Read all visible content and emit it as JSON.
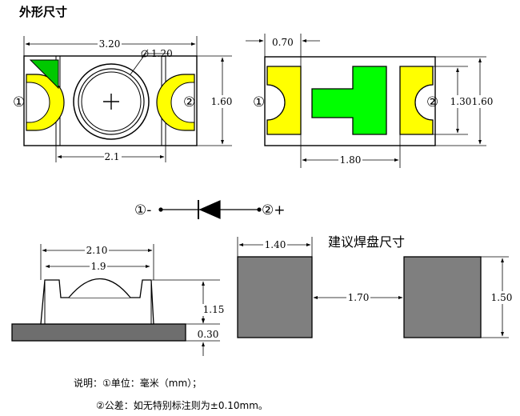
{
  "title": "外形尺寸",
  "top_view": {
    "length": "3.20",
    "lens_diameter": "1.20",
    "inner_width": "2.1",
    "height": "1.60",
    "pin1": "①",
    "pin2": "②"
  },
  "bottom_view": {
    "pad_offset": "0.70",
    "pad_span": "1.80",
    "inner_height": "1.30",
    "height": "1.60",
    "pin1": "①",
    "pin2": "②"
  },
  "schematic": {
    "pin1": "①-",
    "pin2": "②+"
  },
  "side_view": {
    "body_width": "2.10",
    "lens_width": "1.9",
    "body_height": "1.15",
    "base_height": "0.30"
  },
  "pad_layout": {
    "title": "建议焊盘尺寸",
    "pad_width": "1.40",
    "pad_gap": "1.70",
    "pad_height": "1.50"
  },
  "notes": {
    "line1": "说明：①单位：毫米（mm）；",
    "line2": "②公差：如无特别标注则为±0.10mm。"
  },
  "colors": {
    "yellow": "#FFFF00",
    "green": "#00FF00",
    "pad_gray": "#7F7F7F",
    "base_gray": "#6E6E6E"
  }
}
